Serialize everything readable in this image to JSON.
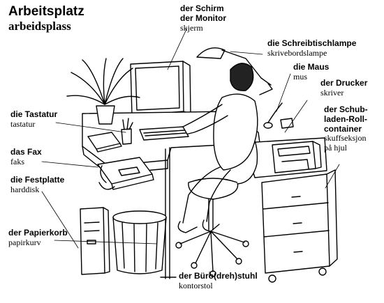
{
  "title": {
    "german": "Arbeitsplatz",
    "norwegian": "arbeidsplass"
  },
  "labels": {
    "monitor": {
      "german": [
        "der Schirm",
        "der Monitor"
      ],
      "norwegian": "skjerm"
    },
    "lamp": {
      "german": [
        "die Schreibtischlampe"
      ],
      "norwegian": "skrivebordslampe"
    },
    "mouse": {
      "german": [
        "die Maus"
      ],
      "norwegian": "mus"
    },
    "printer": {
      "german": [
        "der Drucker"
      ],
      "norwegian": "skriver"
    },
    "container": {
      "german": [
        "der Schub-",
        "laden-Roll-",
        "container"
      ],
      "norwegian": [
        "skuffseksjon",
        "på hjul"
      ]
    },
    "keyboard": {
      "german": [
        "die Tastatur"
      ],
      "norwegian": "tastatur"
    },
    "fax": {
      "german": [
        "das Fax"
      ],
      "norwegian": "faks"
    },
    "harddisk": {
      "german": [
        "die Festplatte"
      ],
      "norwegian": "harddisk"
    },
    "bin": {
      "german": [
        "der Papierkorb"
      ],
      "norwegian": "papirkurv"
    },
    "chair": {
      "german": [
        "der Büro(dreh)stuhl"
      ],
      "norwegian": "kontorstol"
    }
  }
}
